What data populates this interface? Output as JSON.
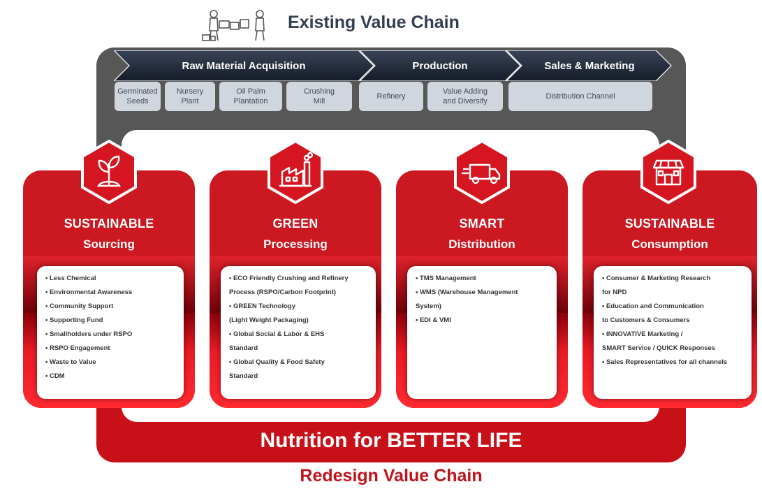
{
  "header": {
    "title": "Existing Value Chain"
  },
  "value_chain": {
    "stages": [
      {
        "label": "Raw Material Acquisition"
      },
      {
        "label": "Production"
      },
      {
        "label": "Sales & Marketing"
      }
    ],
    "substeps": [
      {
        "l1": "Germinated",
        "l2": "Seeds"
      },
      {
        "l1": "Nursery",
        "l2": "Plant"
      },
      {
        "l1": "Oil Palm",
        "l2": "Plantation"
      },
      {
        "l1": "Crushing",
        "l2": "Mill"
      },
      {
        "l1": "Refinery",
        "l2": ""
      },
      {
        "l1": "Value Adding",
        "l2": "and Diversify"
      },
      {
        "l1": "Distribution Channel",
        "l2": ""
      }
    ]
  },
  "pillars": [
    {
      "title": "SUSTAINABLE",
      "subtitle": "Sourcing",
      "icon": "sprout-icon",
      "items": [
        "• Less Chemical",
        "• Environmental Awareness",
        "• Community Support",
        "• Supporting Fund",
        "• Smallholders under RSPO",
        "• RSPO Engagement",
        "• Waste to Value",
        "• CDM"
      ]
    },
    {
      "title": "GREEN",
      "subtitle": "Processing",
      "icon": "factory-icon",
      "items": [
        "• ECO Friendly Crushing and  Refinery",
        "   Process (RSPO/Carbon Footprint)",
        "• GREEN Technology",
        "  (Light Weight Packaging)",
        "• Global Social & Labor & EHS",
        "Standard",
        "• Global Quality & Food Safety",
        "  Standard"
      ]
    },
    {
      "title": "SMART",
      "subtitle": "Distribution",
      "icon": "delivery-truck-icon",
      "items": [
        "• TMS Management",
        "• WMS (Warehouse Management",
        "System)",
        "• EDI & VMI"
      ]
    },
    {
      "title": "SUSTAINABLE",
      "subtitle": "Consumption",
      "icon": "store-icon",
      "items": [
        "• Consumer & Marketing Research",
        "for NPD",
        "• Education and Communication",
        "to Customers & Consumers",
        "• INNOVATIVE Marketing /",
        "SMART Service / QUICK Responses",
        "• Sales Representatives for all channels"
      ]
    }
  ],
  "banner": {
    "text": "Nutrition for BETTER LIFE"
  },
  "footer": {
    "text": "Redesign Value Chain"
  },
  "colors": {
    "brand_red": "#c81018",
    "frame_grey": "#575757",
    "arrow_navy": "#1f2838",
    "title_navy": "#333f50"
  }
}
